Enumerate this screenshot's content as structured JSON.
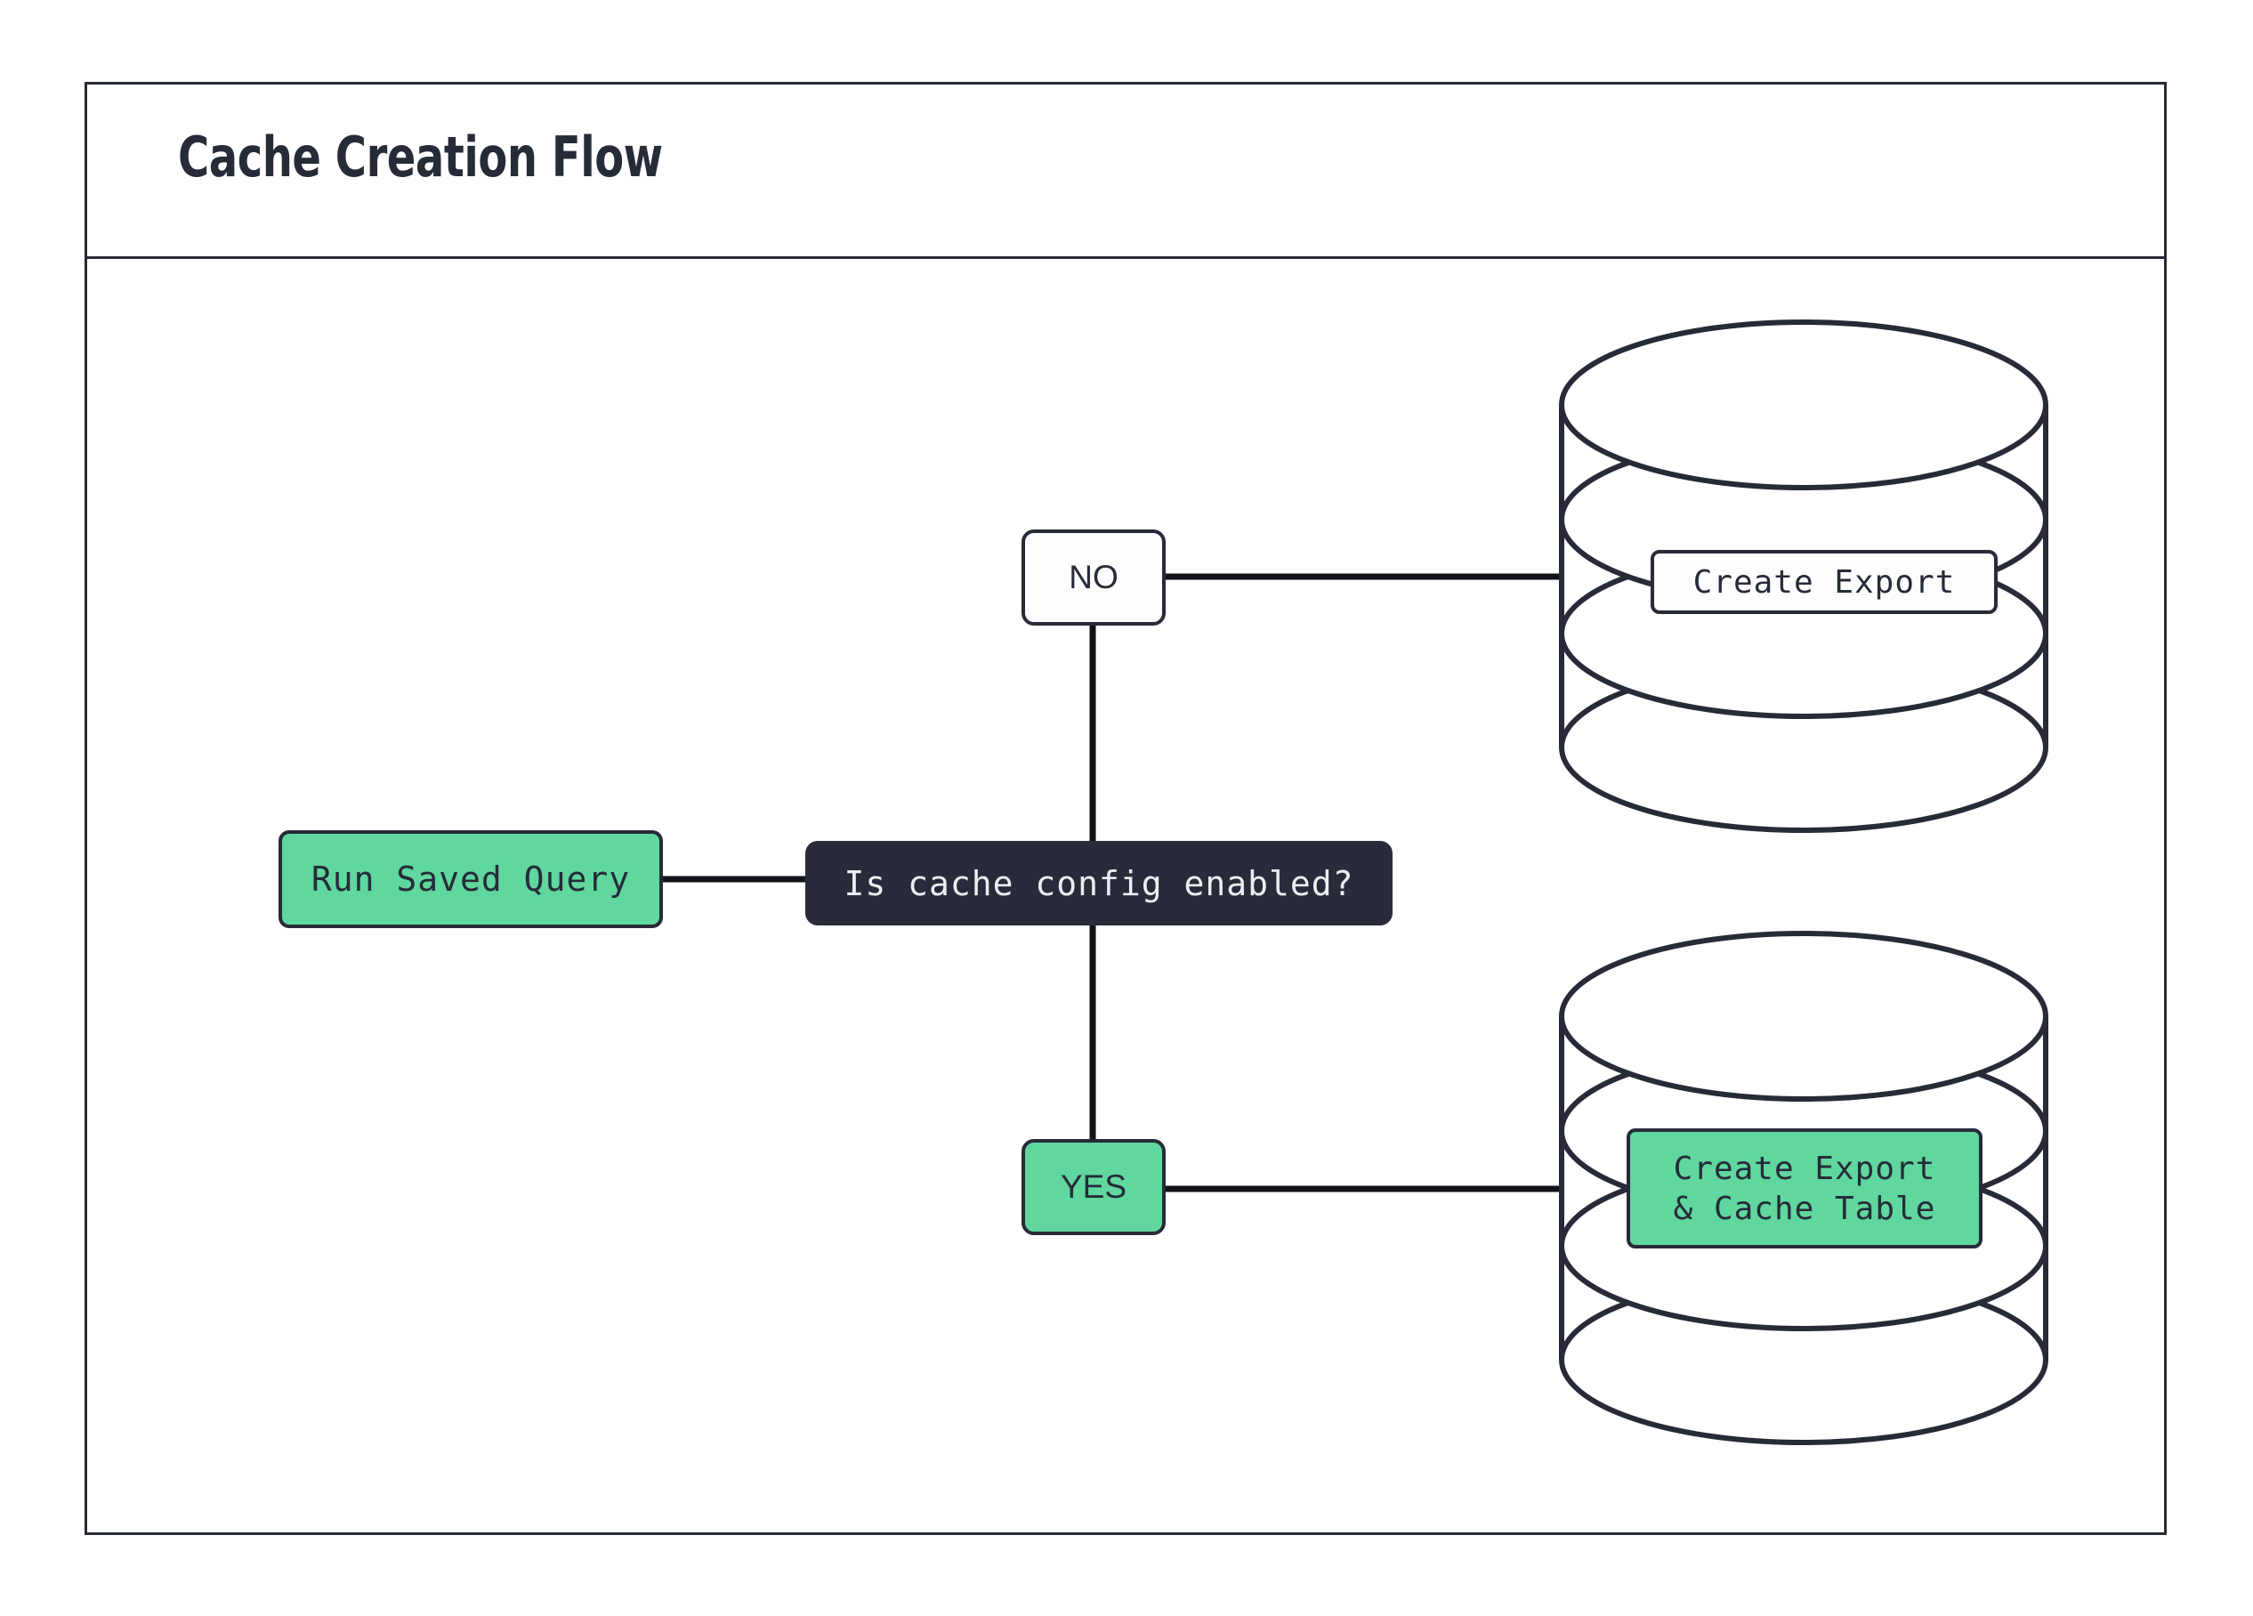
{
  "page": {
    "background": "#ffffff",
    "frame_border_color": "#272b38"
  },
  "header": {
    "title": "Cache Creation Flow"
  },
  "palette": {
    "dark": "#272b38",
    "dark_node_fill": "#282c3a",
    "dark_node_text": "#edeef2",
    "green": "#5fd79e",
    "white": "#fdfdfe",
    "edge": "#111318"
  },
  "flow": {
    "nodes": [
      {
        "id": "run-saved-query",
        "label": "Run Saved Query",
        "shape": "rounded-rect",
        "style": "green"
      },
      {
        "id": "decision",
        "label": "Is cache config enabled?",
        "shape": "rounded-rect",
        "style": "dark"
      },
      {
        "id": "branch-no",
        "label": "NO",
        "shape": "rounded-rect",
        "style": "white"
      },
      {
        "id": "branch-yes",
        "label": "YES",
        "shape": "rounded-rect",
        "style": "green"
      },
      {
        "id": "db-top",
        "label": "Create Export",
        "shape": "database-cylinder",
        "style": "white"
      },
      {
        "id": "db-bottom",
        "label": "Create Export\n& Cache Table",
        "shape": "database-cylinder",
        "style": "green"
      }
    ],
    "edges": [
      {
        "from": "run-saved-query",
        "to": "decision",
        "label": ""
      },
      {
        "from": "decision",
        "to": "branch-no",
        "label": ""
      },
      {
        "from": "branch-no",
        "to": "db-top",
        "label": ""
      },
      {
        "from": "decision",
        "to": "branch-yes",
        "label": ""
      },
      {
        "from": "branch-yes",
        "to": "db-bottom",
        "label": ""
      }
    ]
  }
}
